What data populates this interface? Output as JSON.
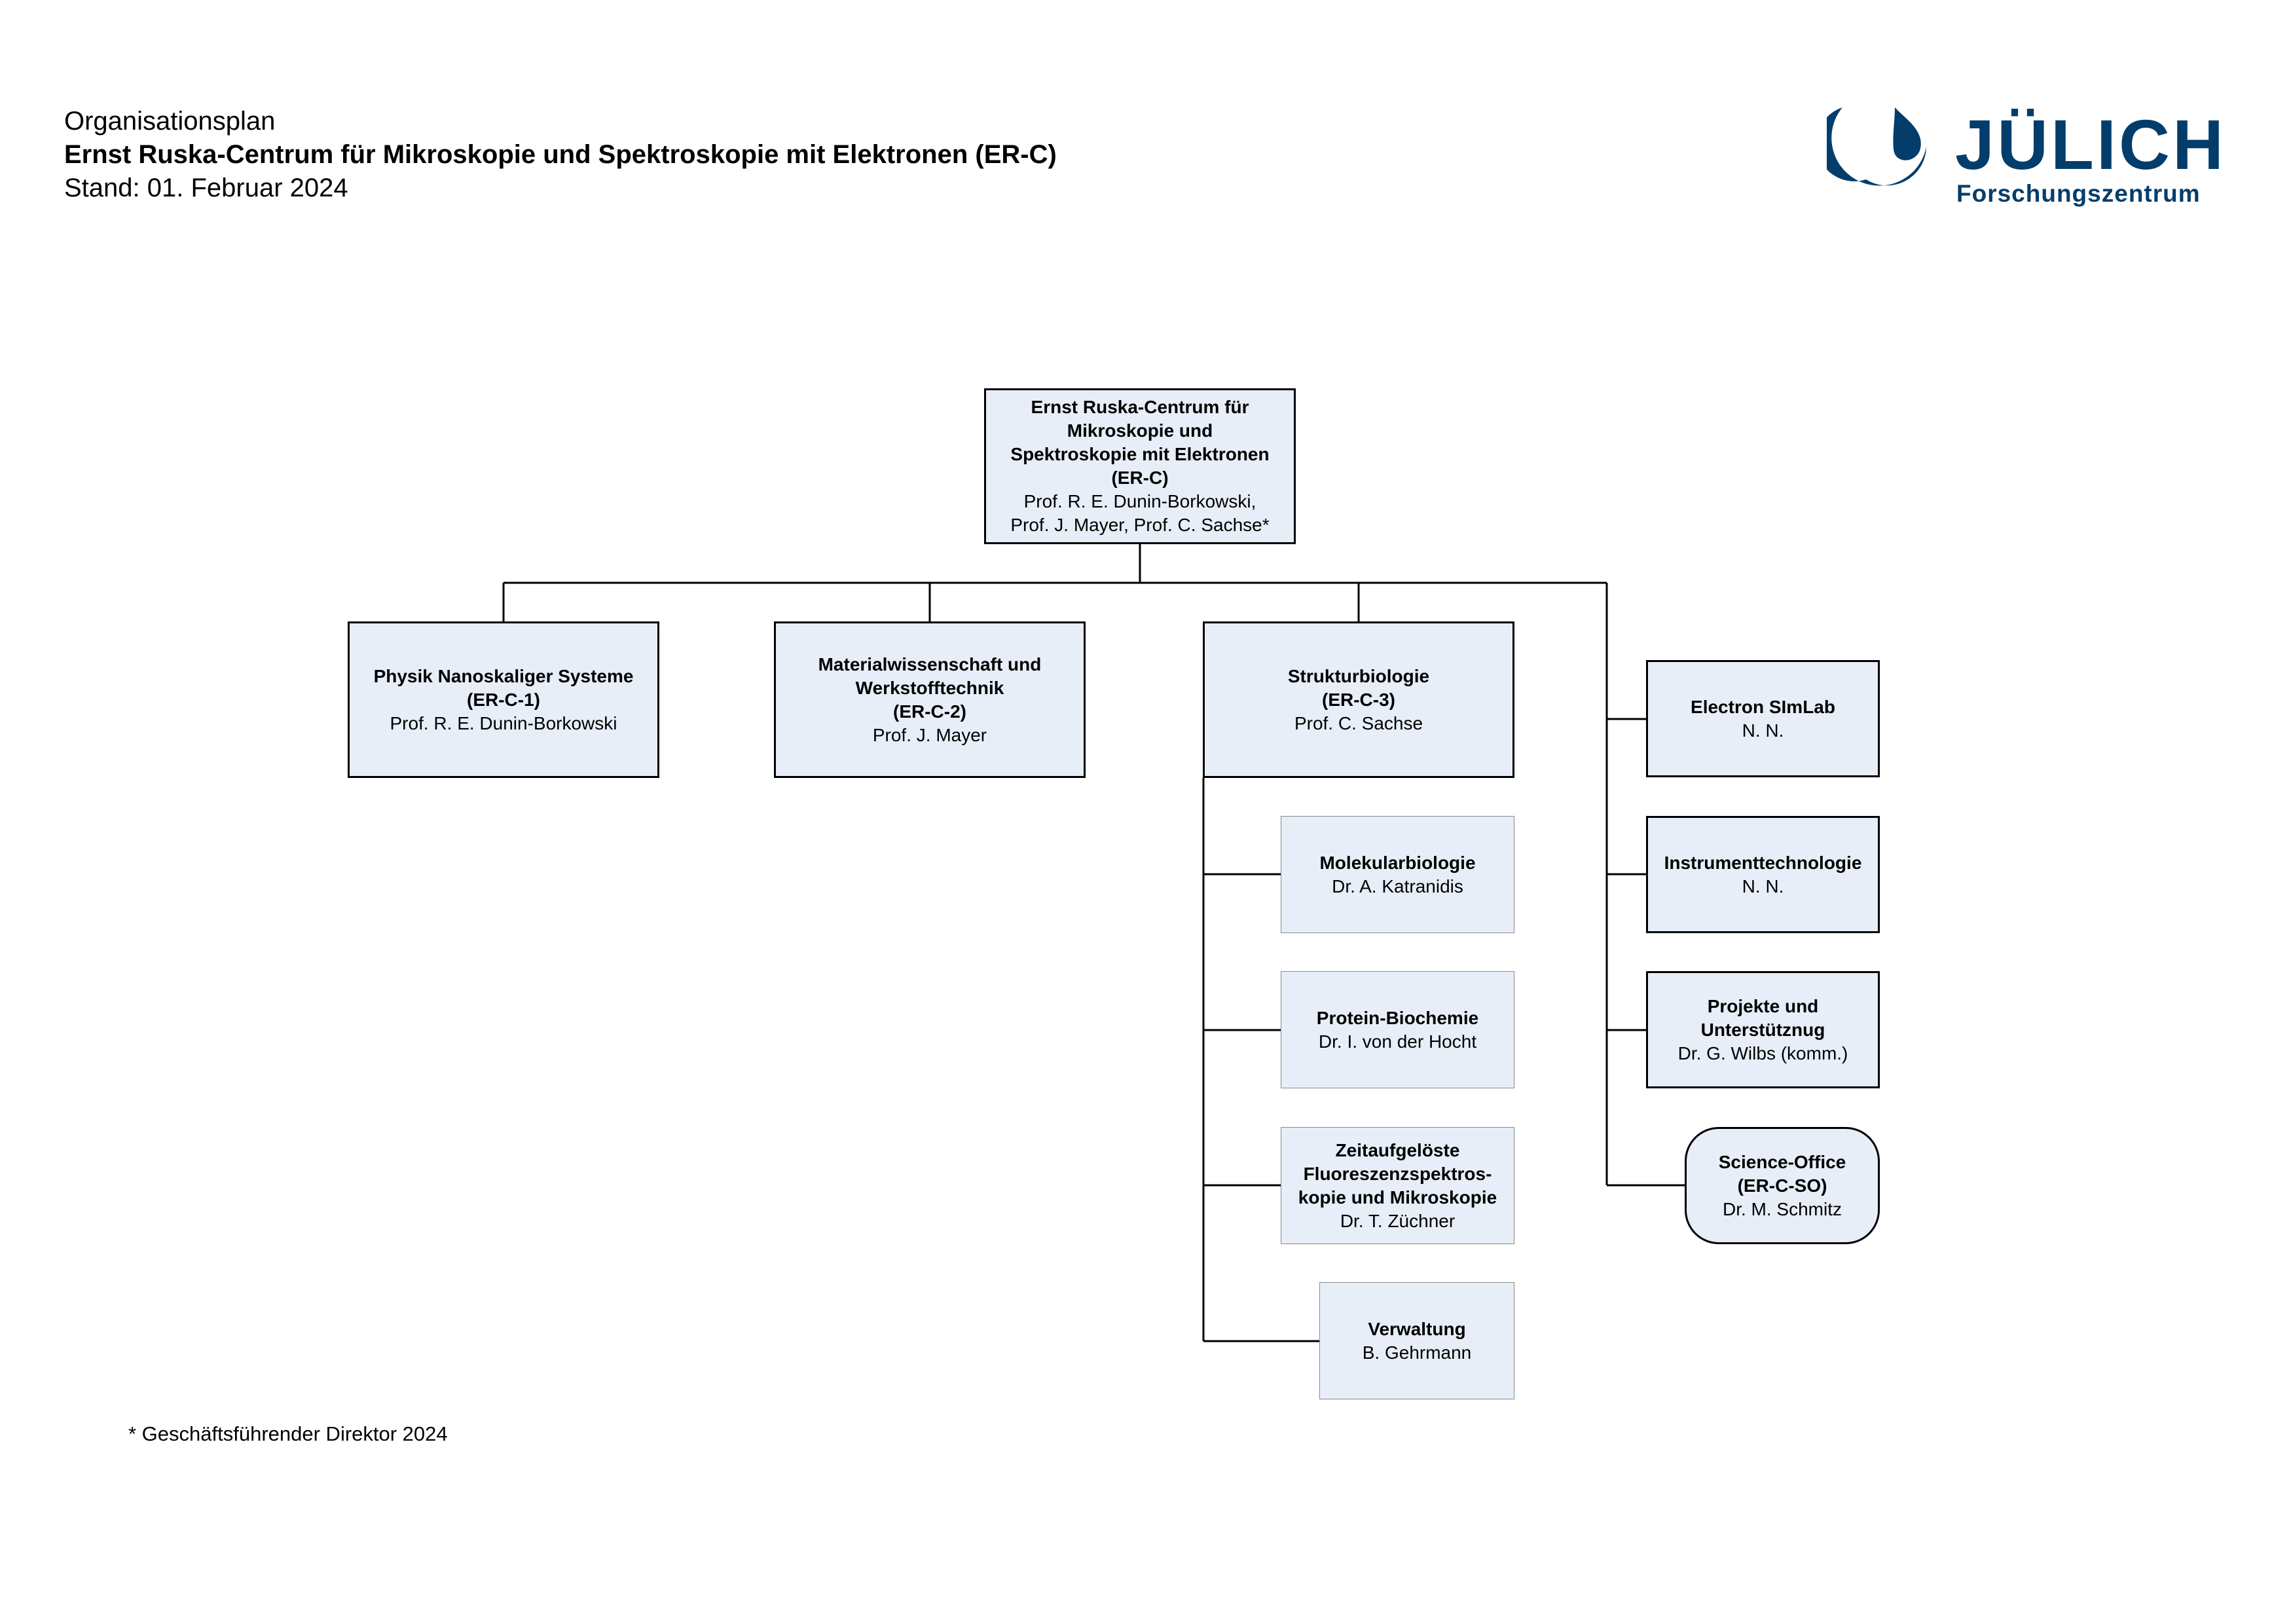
{
  "header": {
    "subtitle": "Organisationsplan",
    "title": "Ernst Ruska-Centrum für Mikroskopie und Spektroskopie mit Elektronen (ER-C)",
    "date": "Stand: 01. Februar 2024"
  },
  "logo": {
    "name": "JÜLICH",
    "sub": "Forschungszentrum",
    "mark_icon": "juelich-logo-mark-icon",
    "color": "#023d6b"
  },
  "colors": {
    "box_fill": "#e8eef8",
    "line": "#000000",
    "sub_border": "#8a8a8a"
  },
  "org": {
    "root": {
      "title": "Ernst Ruska-Centrum für\nMikroskopie und\nSpektroskopie mit Elektronen",
      "code": "(ER-C)",
      "person": "Prof. R. E. Dunin-Borkowski,\nProf. J. Mayer, Prof. C. Sachse*"
    },
    "divisions": [
      {
        "title": "Physik Nanoskaliger Systeme",
        "code": "(ER-C-1)",
        "person": "Prof. R. E. Dunin-Borkowski"
      },
      {
        "title": "Materialwissenschaft und\nWerkstofftechnik",
        "code": "(ER-C-2)",
        "person": "Prof. J. Mayer"
      },
      {
        "title": "Strukturbiologie",
        "code": "(ER-C-3)",
        "person": "Prof. C. Sachse"
      }
    ],
    "groups": [
      {
        "title": "Molekularbiologie",
        "person": "Dr. A. Katranidis"
      },
      {
        "title": "Protein-Biochemie",
        "person": "Dr. I. von der Hocht"
      },
      {
        "title": "Zeitaufgelöste\nFluoreszenzspektros-\nkopie und Mikroskopie",
        "person": "Dr. T. Züchner"
      },
      {
        "title": "Verwaltung",
        "person": "B. Gehrmann"
      }
    ],
    "units": [
      {
        "title": "Electron SImLab",
        "person": "N. N."
      },
      {
        "title": "Instrumenttechnologie",
        "person": "N. N."
      },
      {
        "title": "Projekte und\nUnterstütznug",
        "person": "Dr. G. Wilbs (komm.)"
      }
    ],
    "office": {
      "title": "Science-Office",
      "code": "(ER-C-SO)",
      "person": "Dr. M. Schmitz"
    }
  },
  "footnote": "* Geschäftsführender Direktor 2024"
}
